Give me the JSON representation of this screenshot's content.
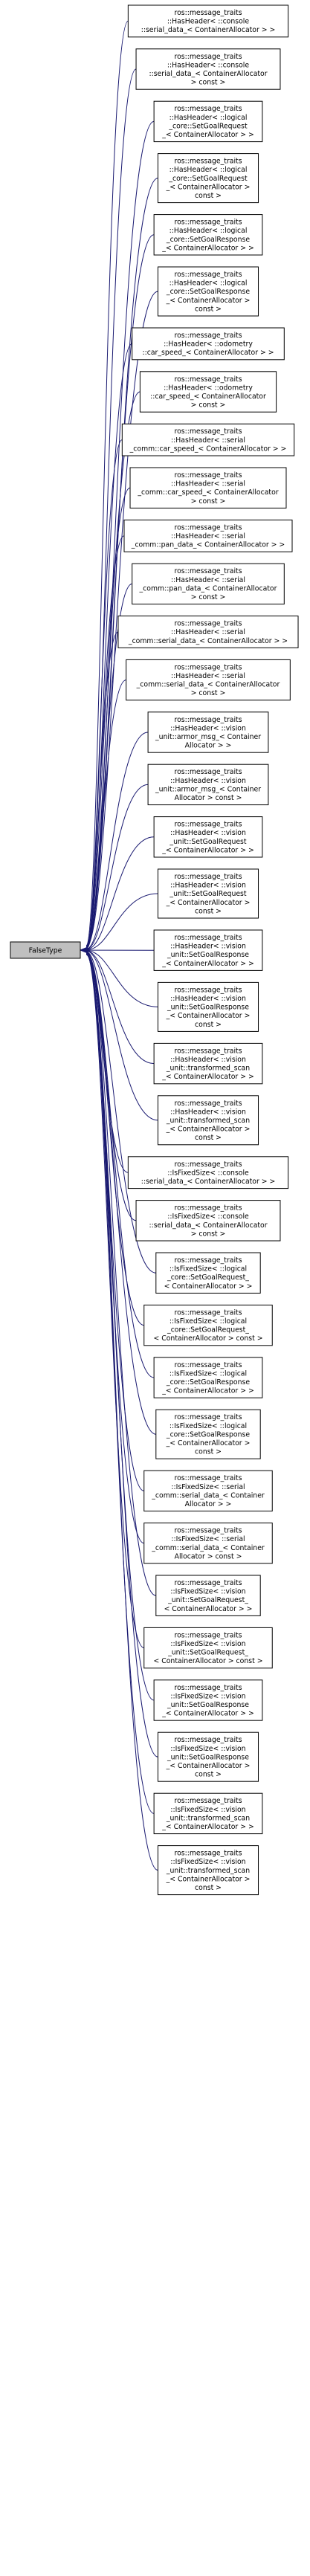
{
  "root": {
    "label": "FalseType"
  },
  "nodes": [
    {
      "lines": [
        "ros::message_traits",
        "::HasHeader< ::console",
        "::serial_data_< ContainerAllocator > >"
      ]
    },
    {
      "lines": [
        "ros::message_traits",
        "::HasHeader< ::console",
        "::serial_data_< ContainerAllocator",
        "> const >"
      ]
    },
    {
      "lines": [
        "ros::message_traits",
        "::HasHeader< ::logical",
        "_core::SetGoalRequest",
        "_< ContainerAllocator > >"
      ]
    },
    {
      "lines": [
        "ros::message_traits",
        "::HasHeader< ::logical",
        "_core::SetGoalRequest",
        "_< ContainerAllocator >",
        "const >"
      ]
    },
    {
      "lines": [
        "ros::message_traits",
        "::HasHeader< ::logical",
        "_core::SetGoalResponse",
        "_< ContainerAllocator > >"
      ]
    },
    {
      "lines": [
        "ros::message_traits",
        "::HasHeader< ::logical",
        "_core::SetGoalResponse",
        "_< ContainerAllocator >",
        "const >"
      ]
    },
    {
      "lines": [
        "ros::message_traits",
        "::HasHeader< ::odometry",
        "::car_speed_< ContainerAllocator > >"
      ]
    },
    {
      "lines": [
        "ros::message_traits",
        "::HasHeader< ::odometry",
        "::car_speed_< ContainerAllocator",
        "> const >"
      ]
    },
    {
      "lines": [
        "ros::message_traits",
        "::HasHeader< ::serial",
        "_comm::car_speed_< ContainerAllocator > >"
      ]
    },
    {
      "lines": [
        "ros::message_traits",
        "::HasHeader< ::serial",
        "_comm::car_speed_< ContainerAllocator",
        "> const >"
      ]
    },
    {
      "lines": [
        "ros::message_traits",
        "::HasHeader< ::serial",
        "_comm::pan_data_< ContainerAllocator > >"
      ]
    },
    {
      "lines": [
        "ros::message_traits",
        "::HasHeader< ::serial",
        "_comm::pan_data_< ContainerAllocator",
        "> const >"
      ]
    },
    {
      "lines": [
        "ros::message_traits",
        "::HasHeader< ::serial",
        "_comm::serial_data_< ContainerAllocator > >"
      ]
    },
    {
      "lines": [
        "ros::message_traits",
        "::HasHeader< ::serial",
        "_comm::serial_data_< ContainerAllocator",
        "> const >"
      ]
    },
    {
      "lines": [
        "ros::message_traits",
        "::HasHeader< ::vision",
        "_unit::armor_msg_< Container",
        "Allocator > >"
      ]
    },
    {
      "lines": [
        "ros::message_traits",
        "::HasHeader< ::vision",
        "_unit::armor_msg_< Container",
        "Allocator > const >"
      ]
    },
    {
      "lines": [
        "ros::message_traits",
        "::HasHeader< ::vision",
        "_unit::SetGoalRequest",
        "_< ContainerAllocator > >"
      ]
    },
    {
      "lines": [
        "ros::message_traits",
        "::HasHeader< ::vision",
        "_unit::SetGoalRequest",
        "_< ContainerAllocator >",
        "const >"
      ]
    },
    {
      "lines": [
        "ros::message_traits",
        "::HasHeader< ::vision",
        "_unit::SetGoalResponse",
        "_< ContainerAllocator > >"
      ]
    },
    {
      "lines": [
        "ros::message_traits",
        "::HasHeader< ::vision",
        "_unit::SetGoalResponse",
        "_< ContainerAllocator >",
        "const >"
      ]
    },
    {
      "lines": [
        "ros::message_traits",
        "::HasHeader< ::vision",
        "_unit::transformed_scan",
        "_< ContainerAllocator > >"
      ]
    },
    {
      "lines": [
        "ros::message_traits",
        "::HasHeader< ::vision",
        "_unit::transformed_scan",
        "_< ContainerAllocator >",
        "const >"
      ]
    },
    {
      "lines": [
        "ros::message_traits",
        "::IsFixedSize< ::console",
        "::serial_data_< ContainerAllocator > >"
      ]
    },
    {
      "lines": [
        "ros::message_traits",
        "::IsFixedSize< ::console",
        "::serial_data_< ContainerAllocator",
        "> const >"
      ]
    },
    {
      "lines": [
        "ros::message_traits",
        "::IsFixedSize< ::logical",
        "_core::SetGoalRequest_",
        "< ContainerAllocator > >"
      ]
    },
    {
      "lines": [
        "ros::message_traits",
        "::IsFixedSize< ::logical",
        "_core::SetGoalRequest_",
        "< ContainerAllocator > const >"
      ]
    },
    {
      "lines": [
        "ros::message_traits",
        "::IsFixedSize< ::logical",
        "_core::SetGoalResponse",
        "_< ContainerAllocator > >"
      ]
    },
    {
      "lines": [
        "ros::message_traits",
        "::IsFixedSize< ::logical",
        "_core::SetGoalResponse",
        "_< ContainerAllocator >",
        "const >"
      ]
    },
    {
      "lines": [
        "ros::message_traits",
        "::IsFixedSize< ::serial",
        "_comm::serial_data_< Container",
        "Allocator > >"
      ]
    },
    {
      "lines": [
        "ros::message_traits",
        "::IsFixedSize< ::serial",
        "_comm::serial_data_< Container",
        "Allocator > const >"
      ]
    },
    {
      "lines": [
        "ros::message_traits",
        "::IsFixedSize< ::vision",
        "_unit::SetGoalRequest_",
        "< ContainerAllocator > >"
      ]
    },
    {
      "lines": [
        "ros::message_traits",
        "::IsFixedSize< ::vision",
        "_unit::SetGoalRequest_",
        "< ContainerAllocator > const >"
      ]
    },
    {
      "lines": [
        "ros::message_traits",
        "::IsFixedSize< ::vision",
        "_unit::SetGoalResponse",
        "_< ContainerAllocator > >"
      ]
    },
    {
      "lines": [
        "ros::message_traits",
        "::IsFixedSize< ::vision",
        "_unit::SetGoalResponse",
        "_< ContainerAllocator >",
        "const >"
      ]
    },
    {
      "lines": [
        "ros::message_traits",
        "::IsFixedSize< ::vision",
        "_unit::transformed_scan",
        "_< ContainerAllocator > >"
      ]
    },
    {
      "lines": [
        "ros::message_traits",
        "::IsFixedSize< ::vision",
        "_unit::transformed_scan",
        "_< ContainerAllocator >",
        "const >"
      ]
    }
  ],
  "colors": {
    "edge": "#191970",
    "root_fill": "#bfbfbf",
    "node_fill": "#ffffff"
  }
}
